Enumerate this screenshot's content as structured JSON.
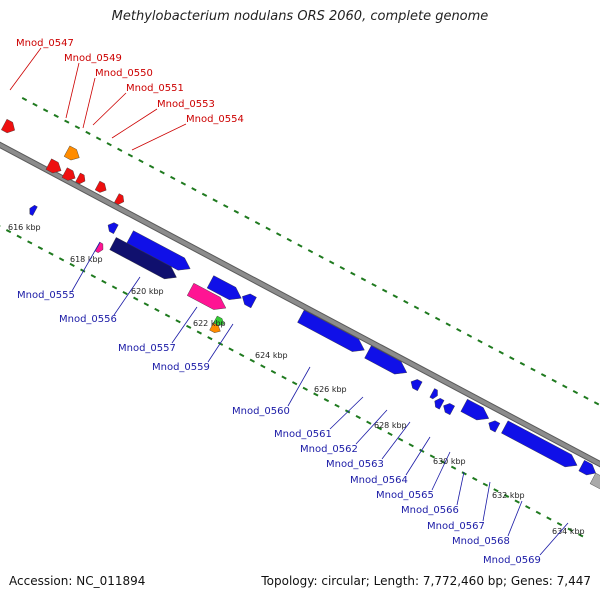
{
  "title": "Methylobacterium nodulans ORS 2060, complete genome",
  "accession": "Accession: NC_011894",
  "topology": "Topology: circular; Length: 7,772,460 bp; Genes: 7,447",
  "colors": {
    "backbone": "#8c8c8c",
    "gc_dots": "#1f7a1f",
    "forward_label": "#cc0000",
    "reverse_label": "#1a1aa6",
    "gene_blue": "#1010e8",
    "gene_navy": "#10106e",
    "gene_red": "#ee1010",
    "gene_orange": "#ff8c00",
    "gene_magenta": "#ff1493",
    "gene_green": "#33cc33",
    "gene_grey": "#aaaaaa"
  },
  "ticks": [
    "616 kbp",
    "618 kbp",
    "620 kbp",
    "622 kbp",
    "624 kbp",
    "626 kbp",
    "628 kbp",
    "630 kbp",
    "632 kbp",
    "634 kbp"
  ],
  "forward_genes": [
    {
      "label": "Mnod_0547",
      "color": "orange"
    },
    {
      "label": "Mnod_0549",
      "color": "red"
    },
    {
      "label": "Mnod_0550",
      "color": "red"
    },
    {
      "label": "Mnod_0551",
      "color": "red"
    },
    {
      "label": "Mnod_0553",
      "color": "red"
    },
    {
      "label": "Mnod_0554",
      "color": "red"
    }
  ],
  "reverse_genes": [
    {
      "label": "Mnod_0555",
      "color": "magenta"
    },
    {
      "label": "Mnod_0556",
      "color": "navy"
    },
    {
      "label": "Mnod_0557",
      "color": "magenta"
    },
    {
      "label": "Mnod_0559",
      "color": "orange"
    },
    {
      "label": "Mnod_0560",
      "color": "blue"
    },
    {
      "label": "Mnod_0561",
      "color": "blue"
    },
    {
      "label": "Mnod_0562",
      "color": "blue"
    },
    {
      "label": "Mnod_0563",
      "color": "blue"
    },
    {
      "label": "Mnod_0564",
      "color": "blue"
    },
    {
      "label": "Mnod_0565",
      "color": "blue"
    },
    {
      "label": "Mnod_0566",
      "color": "blue"
    },
    {
      "label": "Mnod_0567",
      "color": "blue"
    },
    {
      "label": "Mnod_0568",
      "color": "blue"
    },
    {
      "label": "Mnod_0569",
      "color": "blue"
    }
  ]
}
